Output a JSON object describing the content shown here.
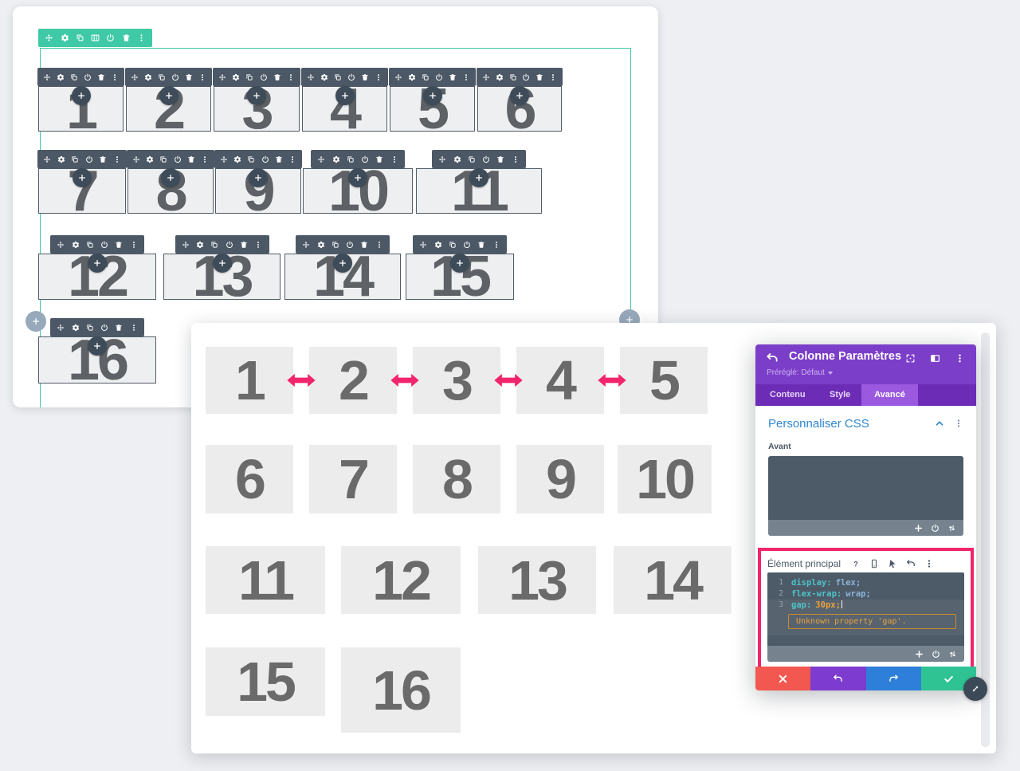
{
  "colors": {
    "page-bg": "#edeff2",
    "teal": "#3fc9a6",
    "slate": "#4c5866",
    "pink": "#f1256b",
    "purple": "#7b3ec9",
    "purple-deep": "#6d2cb5",
    "purple-light": "#9b59e0",
    "blue-link": "#2e86d1",
    "btn-red": "#f25750",
    "btn-purple": "#7d3bd0",
    "btn-blue": "#2e7fd9",
    "btn-green": "#2fc394",
    "code-teal": "#4fc3c7",
    "code-blue": "#8fb3d9",
    "code-orange": "#e8a13e",
    "gutter": "#97a4b0",
    "bar": "#76838f",
    "editor-active": "#57646f",
    "editor-bg": "#4d5a68",
    "builder-num": "#5e6266",
    "preview-num": "#6a6a6a",
    "circle-gray": "#97a9bb",
    "box-border": "#515c66",
    "builder-box-bg": "#edeff0",
    "preview-box-bg": "#ececec",
    "badge": "#3e4b58"
  },
  "builder": {
    "section_toolbar_icons": [
      "move",
      "gear",
      "copy",
      "grid",
      "power",
      "trash",
      "dots"
    ],
    "column_toolbar_icons": [
      "move",
      "gear",
      "copy",
      "power",
      "trash",
      "dots"
    ],
    "rows": [
      {
        "labels": [
          "1",
          "2",
          "3",
          "4",
          "5",
          "6"
        ]
      },
      {
        "labels": [
          "7",
          "8",
          "9",
          "10",
          "11"
        ]
      },
      {
        "labels": [
          "12",
          "13",
          "14",
          "15"
        ]
      },
      {
        "labels": [
          "16"
        ]
      }
    ]
  },
  "preview": {
    "rows": [
      {
        "labels": [
          "1",
          "2",
          "3",
          "4",
          "5"
        ],
        "has_arrows": true
      },
      {
        "labels": [
          "6",
          "7",
          "8",
          "9",
          "10"
        ]
      },
      {
        "labels": [
          "11",
          "12",
          "13",
          "14"
        ]
      },
      {
        "labels": [
          "15",
          "16"
        ]
      }
    ]
  },
  "panel": {
    "title": "Colonne Paramètres",
    "preset": "Préréglé: Défaut",
    "header_icons": [
      "expand",
      "split",
      "dots"
    ],
    "tabs": [
      {
        "label": "Contenu"
      },
      {
        "label": "Style"
      },
      {
        "label": "Avancé",
        "active": true
      }
    ],
    "css_section": {
      "title": "Personnaliser CSS",
      "collapse_icon": "chevup",
      "options_icon": "dots",
      "before_label": "Avant",
      "bar_icons": [
        "plus",
        "power",
        "updown"
      ]
    },
    "main_element": {
      "label": "Élément principal",
      "header_icons": [
        "help",
        "phone",
        "cursor",
        "undo",
        "dots"
      ],
      "code": [
        {
          "num": "1",
          "prop": "display:",
          "val": "flex;"
        },
        {
          "num": "2",
          "prop": "flex-wrap:",
          "val": "wrap;"
        },
        {
          "num": "3",
          "prop": "gap:",
          "val": "30px;"
        }
      ],
      "warning": "Unknown property 'gap'.",
      "bar_icons": [
        "plus",
        "power",
        "updown"
      ]
    },
    "footer": [
      {
        "name": "discard",
        "icon": "x"
      },
      {
        "name": "undo",
        "icon": "undo"
      },
      {
        "name": "redo",
        "icon": "redo"
      },
      {
        "name": "save",
        "icon": "check"
      }
    ]
  }
}
